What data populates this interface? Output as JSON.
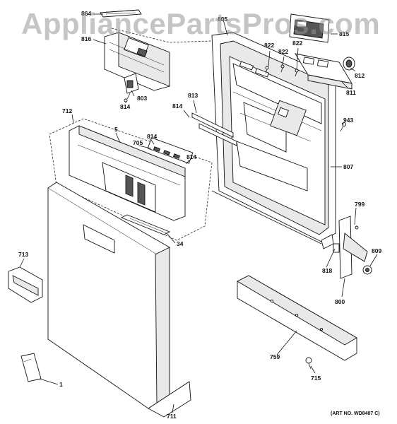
{
  "watermark": "AppliancePartsPros.com",
  "art_number": "(ART NO. WD8407 C)",
  "callouts": [
    {
      "id": "864",
      "text": "864"
    },
    {
      "id": "816",
      "text": "816"
    },
    {
      "id": "805",
      "text": "805"
    },
    {
      "id": "815",
      "text": "815"
    },
    {
      "id": "822a",
      "text": "822"
    },
    {
      "id": "822b",
      "text": "822"
    },
    {
      "id": "822c",
      "text": "822"
    },
    {
      "id": "812",
      "text": "812"
    },
    {
      "id": "811",
      "text": "811"
    },
    {
      "id": "803",
      "text": "803"
    },
    {
      "id": "814a",
      "text": "814"
    },
    {
      "id": "813",
      "text": "813"
    },
    {
      "id": "814b",
      "text": "814"
    },
    {
      "id": "943",
      "text": "943"
    },
    {
      "id": "712",
      "text": "712"
    },
    {
      "id": "5",
      "text": "5"
    },
    {
      "id": "814c",
      "text": "814"
    },
    {
      "id": "705",
      "text": "705"
    },
    {
      "id": "814d",
      "text": "814"
    },
    {
      "id": "807",
      "text": "807"
    },
    {
      "id": "799",
      "text": "799"
    },
    {
      "id": "34",
      "text": "34"
    },
    {
      "id": "713",
      "text": "713"
    },
    {
      "id": "809",
      "text": "809"
    },
    {
      "id": "818",
      "text": "818"
    },
    {
      "id": "800",
      "text": "800"
    },
    {
      "id": "759",
      "text": "759"
    },
    {
      "id": "715",
      "text": "715"
    },
    {
      "id": "1",
      "text": "1"
    },
    {
      "id": "711",
      "text": "711"
    }
  ]
}
